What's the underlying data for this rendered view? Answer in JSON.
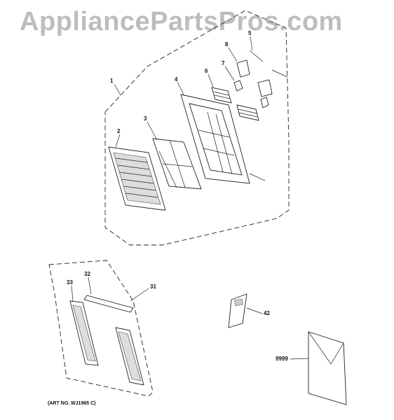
{
  "watermark": "AppliancePartsPros.com",
  "art_number": "(ART NO. WJ1965 C)",
  "callouts": {
    "c1": "1",
    "c2": "2",
    "c3": "3",
    "c4": "4",
    "c5": "5",
    "c6": "6",
    "c7": "7",
    "c8": "8",
    "c31": "31",
    "c32": "32",
    "c33": "33",
    "c42": "42",
    "c9999": "9999"
  }
}
